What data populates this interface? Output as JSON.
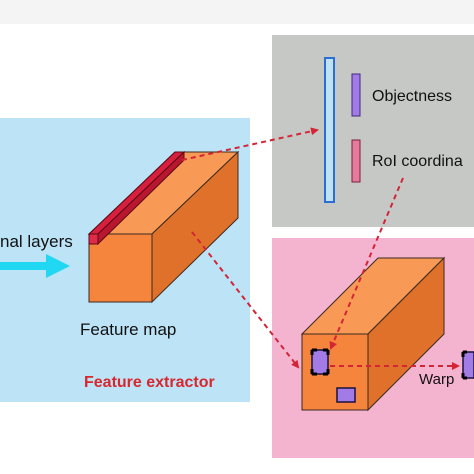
{
  "labels": {
    "layers": "nal layers",
    "feature_map": "Feature map",
    "feature_extractor": "Feature extractor",
    "objectness": "Objectness",
    "roi_coords": "RoI coordina",
    "warp": "Warp"
  },
  "colors": {
    "blue_panel": "#bde3f7",
    "gray_panel": "#c6c8c5",
    "pink_panel": "#f4b3cf",
    "box_front": "#f5843c",
    "box_side": "#e0712a",
    "box_top": "#f89a55",
    "red_strip": "#d81f3e",
    "arrow_red": "#d32536",
    "arrow_cyan": "#21d7f2",
    "bar_blue": "#2b6fd6",
    "bar_purple": "#a37be6",
    "bar_pink": "#e67a9c",
    "label_red": "#d6282e"
  }
}
